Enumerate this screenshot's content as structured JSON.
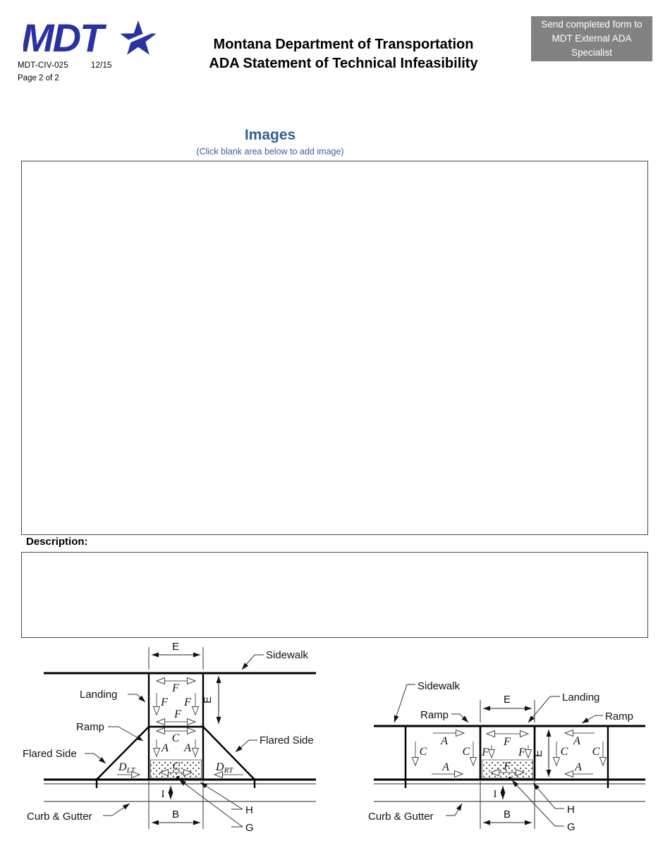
{
  "colors": {
    "logo_blue": "#2832A0",
    "heading_blue": "#365F91",
    "subtitle_blue": "#3A5DA8",
    "note_bg": "#828282",
    "note_text": "#FFFFFF"
  },
  "header": {
    "logo_text": "MDT",
    "form_number": "MDT-CIV-025",
    "revision_date": "12/15",
    "page_label": "Page 2 of 2",
    "title_line1": "Montana Department of Transportation",
    "title_line2": "ADA Statement of Technical Infeasibility",
    "routing_note": "Send completed form to MDT External ADA Specialist"
  },
  "images_section": {
    "heading": "Images",
    "instruction": "(Click blank area below to add image)"
  },
  "description_section": {
    "label": "Description:"
  },
  "diagram_left": {
    "type": "perpendicular curb ramp with flared sides - plan view",
    "labels": {
      "sidewalk": "Sidewalk",
      "landing": "Landing",
      "ramp": "Ramp",
      "flared_side_left": "Flared Side",
      "flared_side_right": "Flared Side",
      "curb_gutter": "Curb & Gutter"
    },
    "dims": {
      "E": "E",
      "F": "F",
      "C": "C",
      "A": "A",
      "B": "B",
      "H": "H",
      "G": "G",
      "I": "I",
      "D": "D",
      "LT": "LT",
      "RT": "RT"
    }
  },
  "diagram_right": {
    "type": "parallel curb ramp - plan view",
    "labels": {
      "sidewalk": "Sidewalk",
      "landing": "Landing",
      "ramp_left": "Ramp",
      "ramp_right": "Ramp",
      "curb_gutter": "Curb & Gutter"
    },
    "dims": {
      "E": "E",
      "F": "F",
      "C": "C",
      "A": "A",
      "B": "B",
      "H": "H",
      "G": "G",
      "I": "I"
    }
  }
}
